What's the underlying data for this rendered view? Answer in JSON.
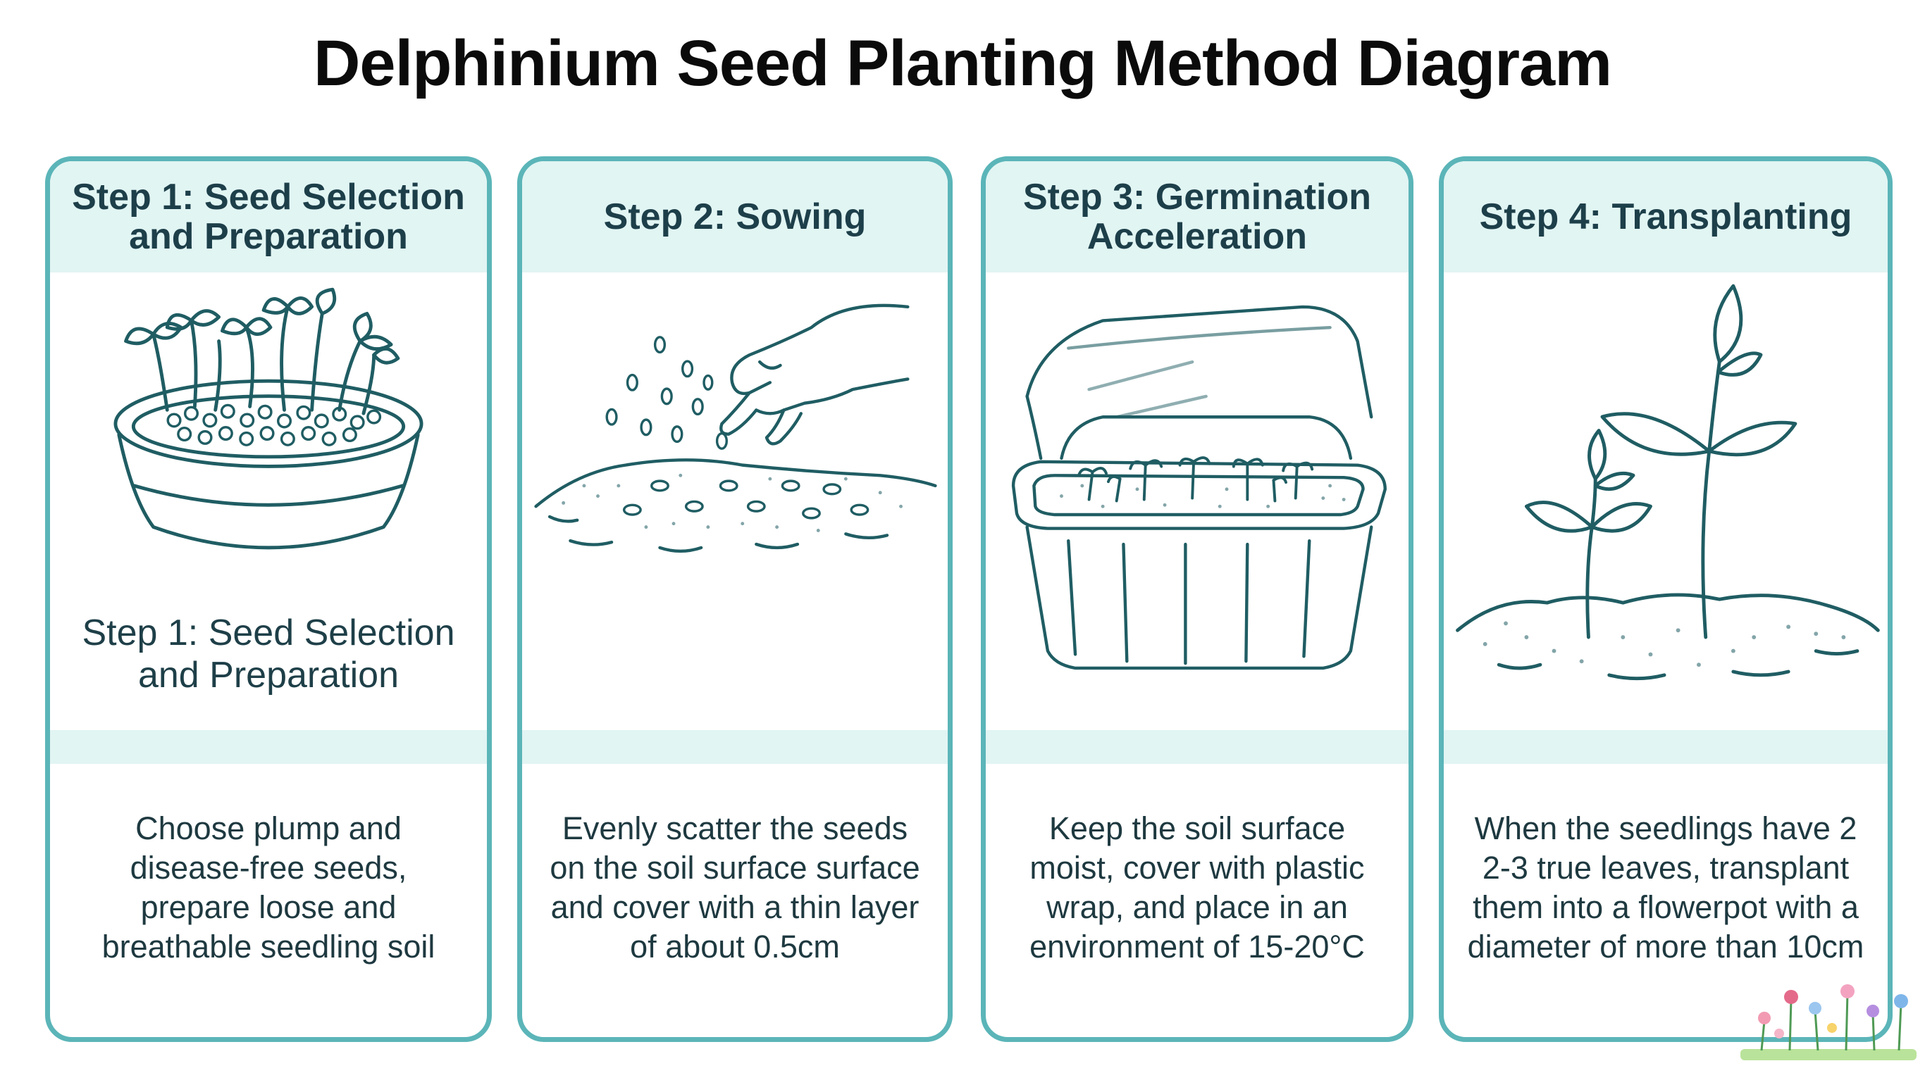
{
  "title": "Delphinium Seed Planting Method Diagram",
  "colors": {
    "card_border": "#5bb5b8",
    "header_fill": "#e1f5f3",
    "line_art": "#1f5d63"
  },
  "steps": [
    {
      "heading": "Step 1: Seed Selection and Preparation",
      "subheading": "Step 1: Seed Selection and Preparation",
      "description": "Choose plump and disease-free seeds, prepare loose and breathable seedling soil",
      "illustration": "seedling-bowl-icon"
    },
    {
      "heading": "Step 2: Sowing",
      "description": "Evenly scatter the seeds on the soil surface surface and cover with a thin layer of about 0.5cm",
      "illustration": "hand-sowing-icon"
    },
    {
      "heading": "Step 3: Germination Acceleration",
      "description": "Keep the soil surface moist, cover with plastic wrap, and place in an environment of 15-20°C",
      "illustration": "propagator-tray-icon"
    },
    {
      "heading": "Step 4: Transplanting",
      "description": "When the seedlings have 2 2-3 true leaves, transplant them into a flowerpot with a diameter of more than 10cm",
      "illustration": "transplant-seedlings-icon"
    }
  ]
}
